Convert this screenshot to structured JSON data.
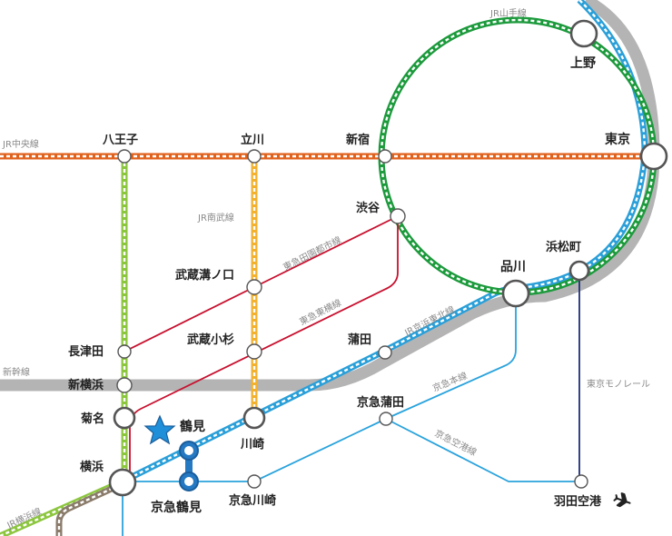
{
  "lines": {
    "yamanote": "JR山手線",
    "chuo": "JR中央線",
    "nambu": "JR南武線",
    "toyoko": "東急東横線",
    "denentoshi": "東急田園都市線",
    "keihin_tohoku": "JR京浜東北線",
    "shinkansen": "新幹線",
    "yokohama_line": "JR横浜線",
    "keikyu_main": "京急本線",
    "keikyu_airport": "京急空港線",
    "monorail": "東京モノレール"
  },
  "stations": {
    "ueno": "上野",
    "tokyo": "東京",
    "shinjuku": "新宿",
    "tachikawa": "立川",
    "hachioji": "八王子",
    "shibuya": "渋谷",
    "musashi_mizonokuchi": "武蔵溝ノ口",
    "shinagawa": "品川",
    "hamamatsucho": "浜松町",
    "musashi_kosugi": "武蔵小杉",
    "nagatsuta": "長津田",
    "kamata": "蒲田",
    "shin_yokohama": "新横浜",
    "keikyu_kamata": "京急蒲田",
    "kikuna": "菊名",
    "tsurumi": "鶴見",
    "kawasaki": "川崎",
    "yokohama": "横浜",
    "keikyu_tsurumi": "京急鶴見",
    "keikyu_kawasaki": "京急川崎",
    "haneda_airport": "羽田空港"
  },
  "colors": {
    "yamanote": "#1c9a3c",
    "chuo": "#e0621d",
    "nambu": "#f2b12e",
    "yokohama_line": "#8cc63f",
    "keihin_tohoku": "#2a9fd8",
    "tokyu": "#c8102e",
    "keikyu": "#2aa3dc",
    "monorail": "#1e2f7a",
    "shinkansen": "#b4b4b4",
    "highlight": "#2479c2"
  },
  "icons": {
    "star": "star-icon",
    "airplane": "airplane-icon"
  }
}
